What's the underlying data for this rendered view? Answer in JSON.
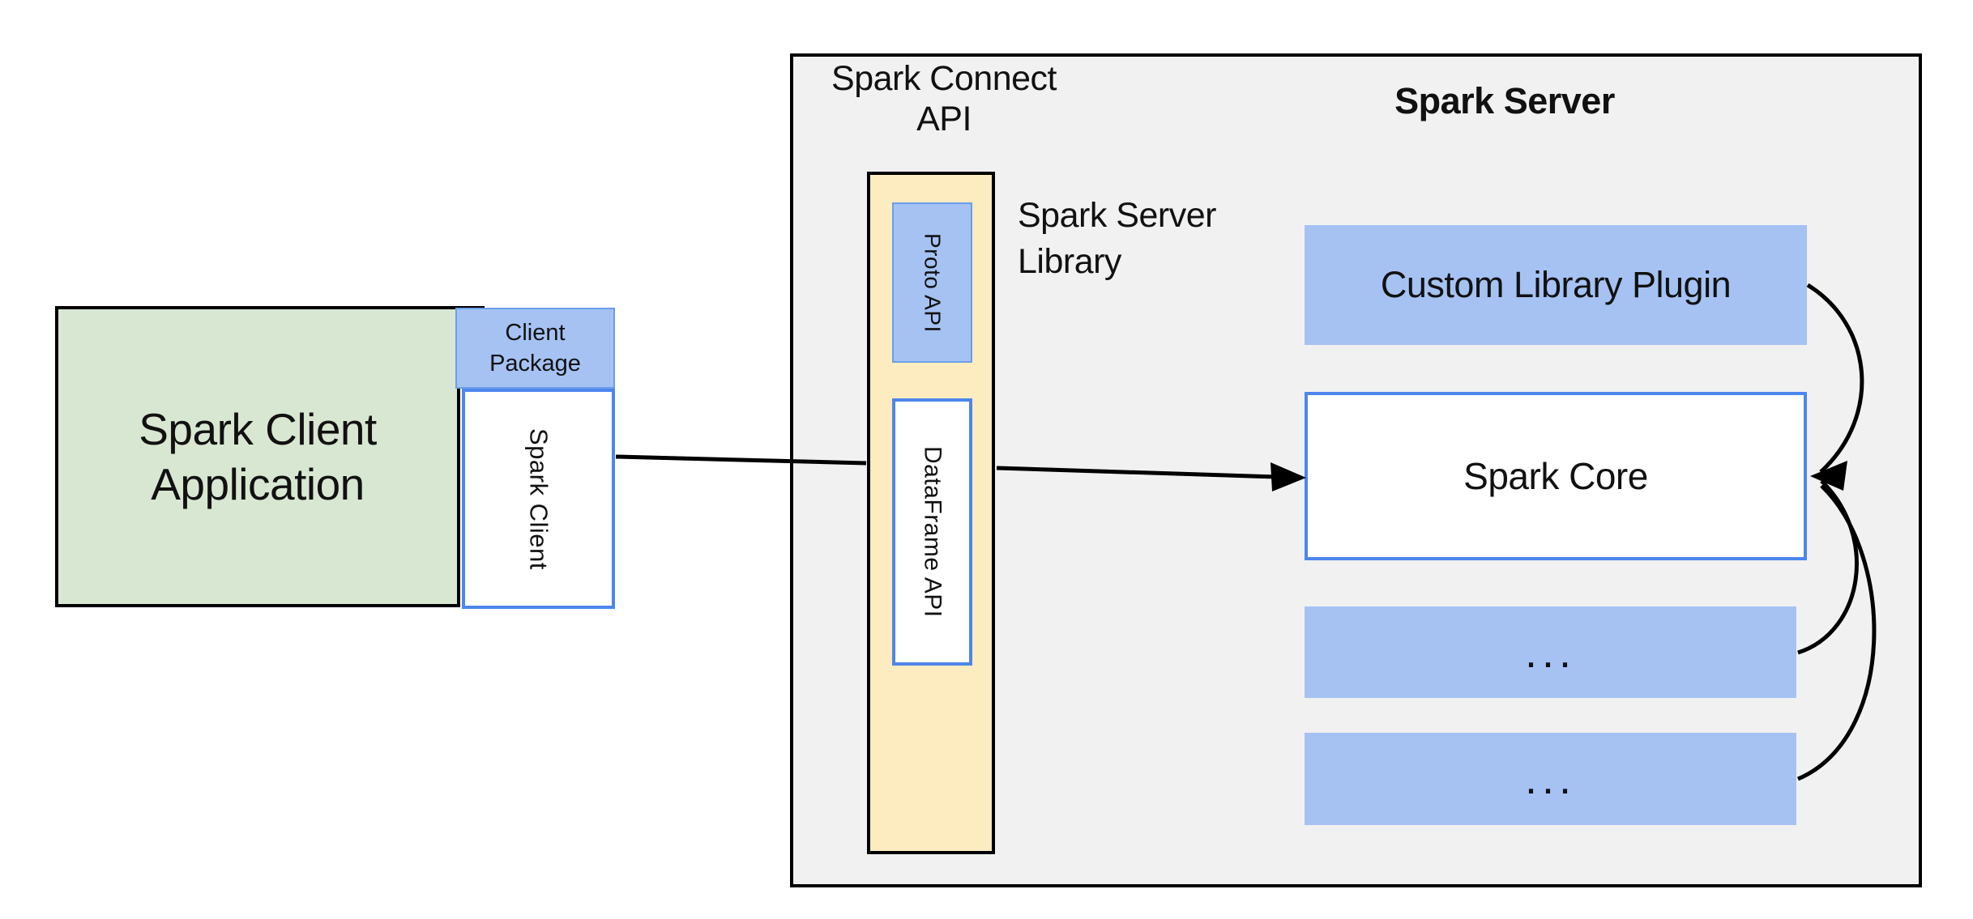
{
  "colors": {
    "page_bg": "#ffffff",
    "panel_bg": "#f1f1f2",
    "panel_border": "#000000",
    "blue_fill": "#a5c2f3",
    "blue_border_strong": "#4d86ec",
    "blue_border_soft": "#6d9eeb",
    "green_fill": "#d8e7d1",
    "yellow_fill": "#fcecc0",
    "line_color": "#000000",
    "text_color": "#111111"
  },
  "labels": {
    "spark_connect_api": "Spark Connect\nAPI",
    "spark_server_title": "Spark Server",
    "spark_client_application": "Spark Client\nApplication",
    "client_package": "Client\nPackage",
    "spark_client": "Spark Client",
    "proto_api": "Proto API",
    "dataframe_api": "DataFrame API",
    "spark_server_library": "Spark Server\nLibrary",
    "custom_library_plugin": "Custom Library Plugin",
    "spark_core": "Spark Core",
    "extra_plugin_1": "...",
    "extra_plugin_2": "..."
  }
}
